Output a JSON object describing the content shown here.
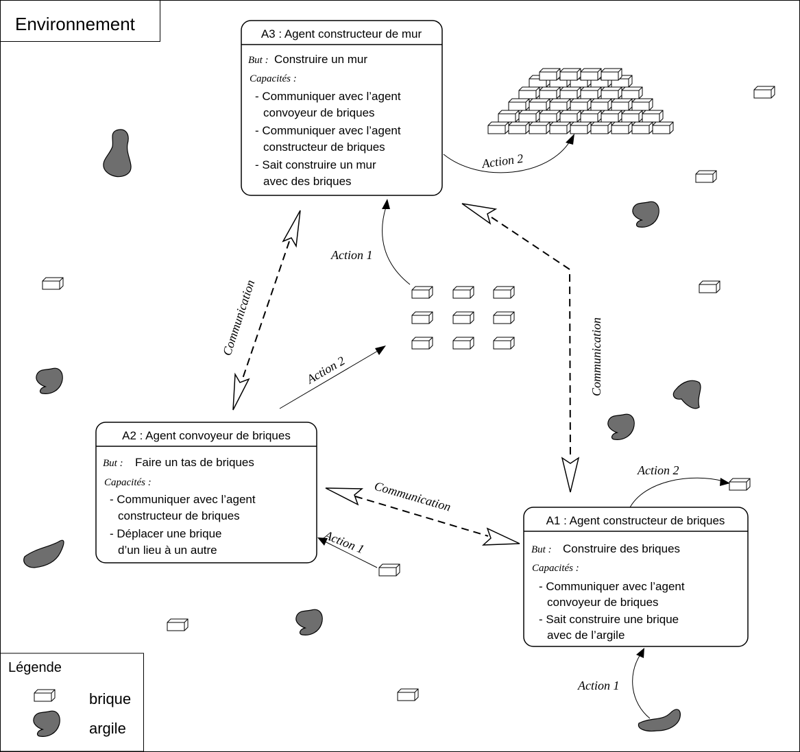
{
  "environment_label": "Environnement",
  "agents": {
    "a3": {
      "title": "A3 : Agent constructeur de mur",
      "goal_label": "But :",
      "goal": "Construire un mur",
      "capabilities_label": "Capacités :",
      "capabilities": [
        "- Communiquer avec l’agent",
        "convoyeur de briques",
        "- Communiquer avec l’agent",
        "constructeur de briques",
        "- Sait construire un mur",
        "avec des briques"
      ]
    },
    "a2": {
      "title": "A2 : Agent convoyeur de briques",
      "goal_label": "But :",
      "goal": "Faire un tas de briques",
      "capabilities_label": "Capacités :",
      "capabilities": [
        "- Communiquer avec l’agent",
        "constructeur de briques",
        "- Déplacer une brique",
        "d’un lieu à un autre"
      ]
    },
    "a1": {
      "title": "A1 : Agent constructeur de briques",
      "goal_label": "But :",
      "goal": "Construire des briques",
      "capabilities_label": "Capacités :",
      "capabilities": [
        "- Communiquer avec l’agent",
        "convoyeur de briques",
        "- Sait construire une brique",
        "avec de l’argile"
      ]
    }
  },
  "arrows": {
    "a3_action1": "Action 1",
    "a3_action2": "Action 2",
    "a2_action1": "Action 1",
    "a2_action2": "Action 2",
    "a1_action1": "Action 1",
    "a1_action2": "Action 2",
    "comm_a3_a2": "Communication",
    "comm_a3_a1": "Communication",
    "comm_a2_a1": "Communication"
  },
  "legend": {
    "title": "Légende",
    "brick": "brique",
    "clay": "argile"
  }
}
